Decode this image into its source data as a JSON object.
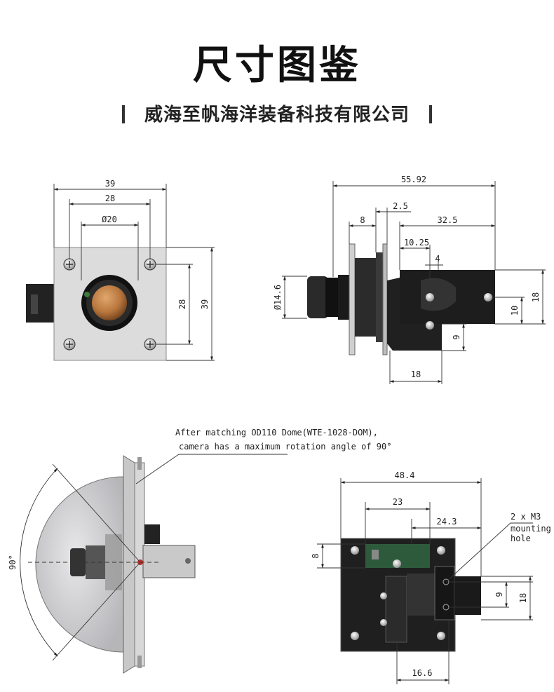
{
  "header": {
    "title": "尺寸图鉴",
    "company": "威海至帆海洋装备科技有限公司"
  },
  "front_view": {
    "width_outer": "39",
    "hole_spacing_h": "28",
    "lens_diameter": "Ø20",
    "hole_spacing_v": "28",
    "height_outer": "39"
  },
  "side_view": {
    "total_length": "55.92",
    "flange_depth": "8",
    "plate_thickness": "2.5",
    "bracket_length": "32.5",
    "offset_a": "10.25",
    "offset_b": "4",
    "lens_diameter": "Ø14.6",
    "bracket_height": "18",
    "axis_height": "10",
    "lower_offset": "9",
    "base_width": "18"
  },
  "dome_view": {
    "note_line1": "After matching OD110 Dome(WTE-1028-DOM),",
    "note_line2": "camera has a maximum rotation angle of 90°",
    "angle_label": "90°"
  },
  "rear_view": {
    "total_width": "48.4",
    "connector_width": "23",
    "right_offset": "24.3",
    "top_offset": "8",
    "mount_note_line1": "2 x M3",
    "mount_note_line2": "mounting",
    "mount_note_line3": "hole",
    "hole_spacing": "9",
    "bracket_height": "18",
    "bottom_width": "16.6"
  }
}
